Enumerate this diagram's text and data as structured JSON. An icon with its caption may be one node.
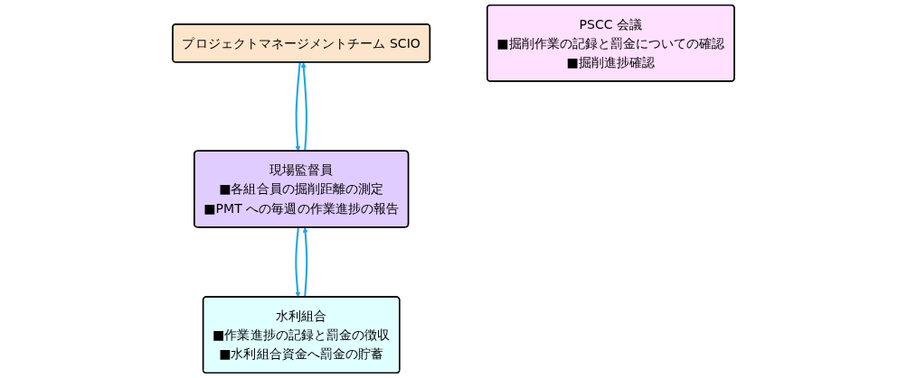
{
  "diagram": {
    "nodes": [
      {
        "text": [
          "プロジェクトマネージメントチーム SCIO"
        ]
      },
      {
        "text": [
          "PSCC 会議",
          "■掘削作業の記録と罰金についての確認",
          "■掘削進捗確認"
        ]
      },
      {
        "text": [
          "現場監督員",
          "■各組合員の掘削距離の測定",
          "■PMT への毎週の作業進捗の報告"
        ]
      },
      {
        "text": [
          "水利組合",
          "■作業進捗の記録と罰金の徴収",
          "■水利組合資金へ罰金の貯蓄"
        ]
      }
    ],
    "edges": [
      {
        "from": 0,
        "to": 2,
        "arrow": "to"
      },
      {
        "from": 2,
        "to": 0,
        "arrow": "to"
      },
      {
        "from": 3,
        "to": 2,
        "arrow": "to"
      },
      {
        "from": 2,
        "to": 3,
        "arrow": "to"
      }
    ]
  }
}
